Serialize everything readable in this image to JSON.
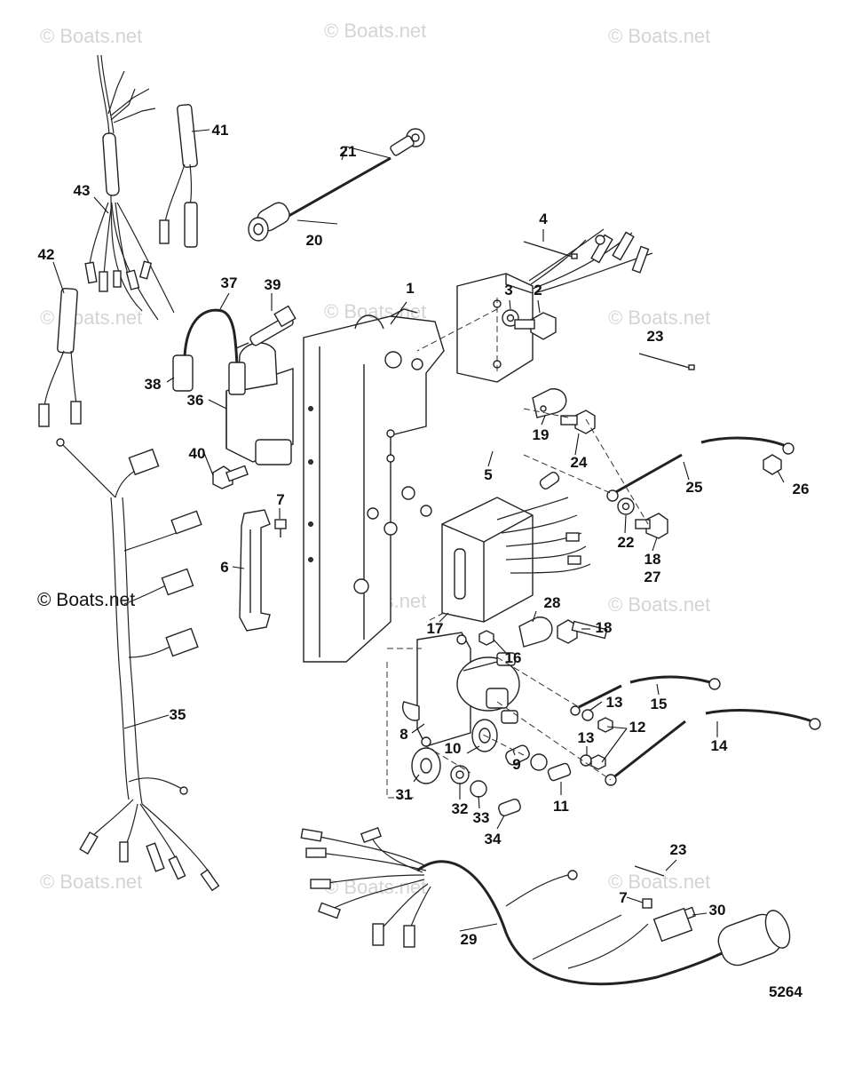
{
  "watermark": "© Boats.net",
  "diagram_code": "5264",
  "callouts": {
    "c1": "1",
    "c2": "2",
    "c3": "3",
    "c4": "4",
    "c5": "5",
    "c6": "6",
    "c7a": "7",
    "c7b": "7",
    "c8": "8",
    "c9": "9",
    "c10": "10",
    "c11": "11",
    "c12": "12",
    "c13a": "13",
    "c13b": "13",
    "c14": "14",
    "c15": "15",
    "c16": "16",
    "c17": "17",
    "c18a": "18",
    "c18b": "18",
    "c19": "19",
    "c20": "20",
    "c21": "21",
    "c22": "22",
    "c23a": "23",
    "c23b": "23",
    "c24": "24",
    "c25": "25",
    "c26": "26",
    "c27": "27",
    "c28": "28",
    "c29": "29",
    "c30": "30",
    "c31": "31",
    "c32": "32",
    "c33": "33",
    "c34": "34",
    "c35": "35",
    "c36": "36",
    "c37": "37",
    "c38": "38",
    "c39": "39",
    "c40": "40",
    "c41": "41",
    "c42": "42",
    "c43": "43"
  }
}
